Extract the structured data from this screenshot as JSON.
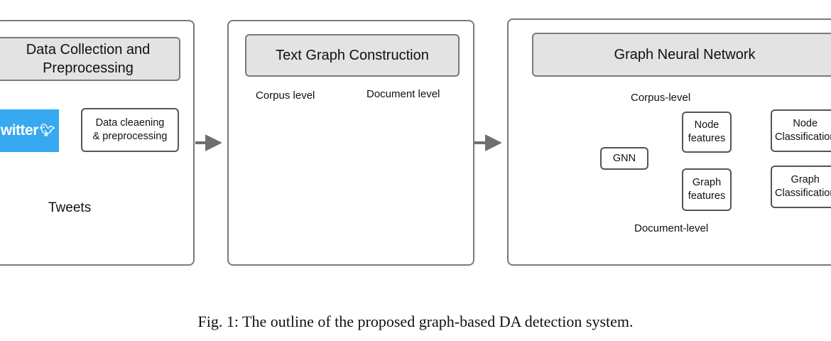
{
  "panels": {
    "collection": {
      "title": "Data Collection and\nPreprocessing",
      "twitter_logo": "witter",
      "twitter_icon": "twitter-bird-icon",
      "cleaning_box": "Data cleaening\n& preprocessing",
      "tweets_doc": "Tweets"
    },
    "construction": {
      "title": "Text Graph Construction",
      "corpus_label": "Corpus level",
      "document_label": "Document level"
    },
    "gnn": {
      "title": "Graph Neural Network",
      "corpus_label": "Corpus-level",
      "document_label": "Document-level",
      "gnn_box": "GNN",
      "node_features": "Node\nfeatures",
      "graph_features": "Graph\nfeatures",
      "node_classification": "Node\nClassification",
      "graph_classification": "Graph\nClassification"
    }
  },
  "caption": "Fig. 1: The outline of the proposed graph-based DA detection system.",
  "colors": {
    "panel_border": "#7a7a7a",
    "header_fill": "#e3e3e3",
    "twitter_blue": "#36a9f0",
    "doc_green": "#5a9a3c",
    "node_fill": "#f2c4c4",
    "node_stroke": "#d98c8c"
  }
}
